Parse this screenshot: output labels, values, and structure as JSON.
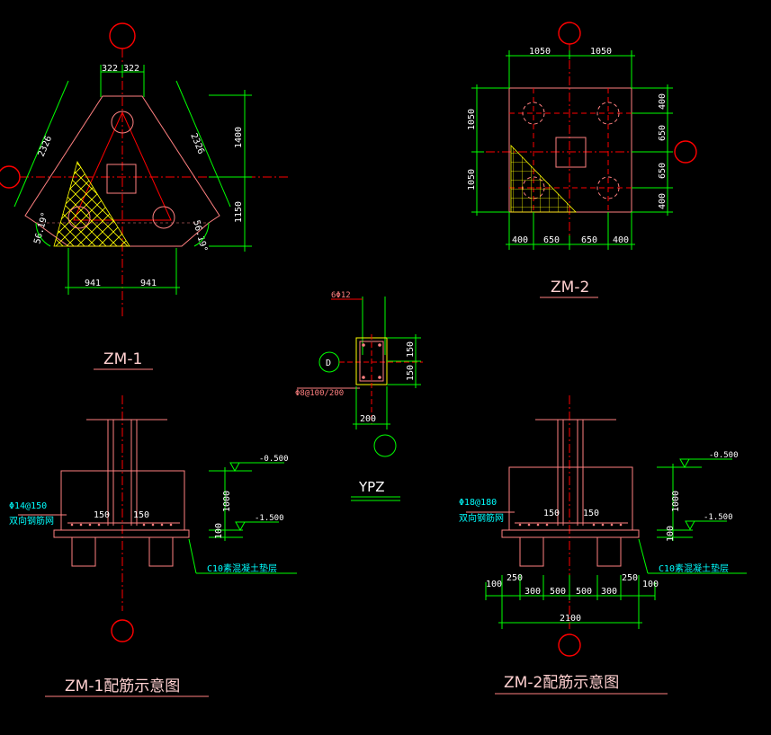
{
  "colors": {
    "background": "#000000",
    "outline": "#ff8080",
    "dimension": "#00ff00",
    "axis": "#ff0000",
    "hatch": "#ffff00",
    "rebar": "#ff8080",
    "text": "#ffffff",
    "note": "#00ffff"
  },
  "zm1": {
    "title": "ZM-1",
    "dims": {
      "top_left": "322",
      "top_right": "322",
      "slant_left": "2326",
      "slant_right": "2326",
      "height_upper": "1400",
      "height_lower": "1150",
      "angle_left": "56.19°",
      "angle_right": "56.19°",
      "bottom_left": "941",
      "bottom_right": "941"
    }
  },
  "zm2": {
    "title": "ZM-2",
    "dims": {
      "top_left": "1050",
      "top_right": "1050",
      "left_upper": "1050",
      "left_lower": "1050",
      "right_1": "400",
      "right_2": "650",
      "right_3": "650",
      "right_4": "400",
      "bottom_1": "400",
      "bottom_2": "650",
      "bottom_3": "650",
      "bottom_4": "400"
    }
  },
  "ypz": {
    "title": "YPZ",
    "rebar_main": "6Φ12",
    "stirrup": "Φ8@100/200",
    "axis_label": "D",
    "dim_side_1": "150",
    "dim_side_2": "150",
    "dim_bottom": "200"
  },
  "zm1_section": {
    "title": "ZM-1配筋示意图",
    "rebar_spec": "Φ14@150",
    "rebar_note": "双向钢筋网",
    "dim_a": "150",
    "dim_b": "150",
    "elev_top": "-0.500",
    "elev_bottom": "-1.500",
    "height_1": "1000",
    "height_2": "100",
    "cushion_note": "C10素混凝土垫层"
  },
  "zm2_section": {
    "title": "ZM-2配筋示意图",
    "rebar_spec": "Φ18@180",
    "rebar_note": "双向钢筋网",
    "dim_a": "150",
    "dim_b": "150",
    "elev_top": "-0.500",
    "elev_bottom": "-1.500",
    "height_1": "1000",
    "height_2": "100",
    "cushion_note": "C10素混凝土垫层",
    "bottom_dims": [
      "100",
      "250",
      "300",
      "500",
      "500",
      "300",
      "250",
      "100"
    ],
    "total": "2100"
  }
}
